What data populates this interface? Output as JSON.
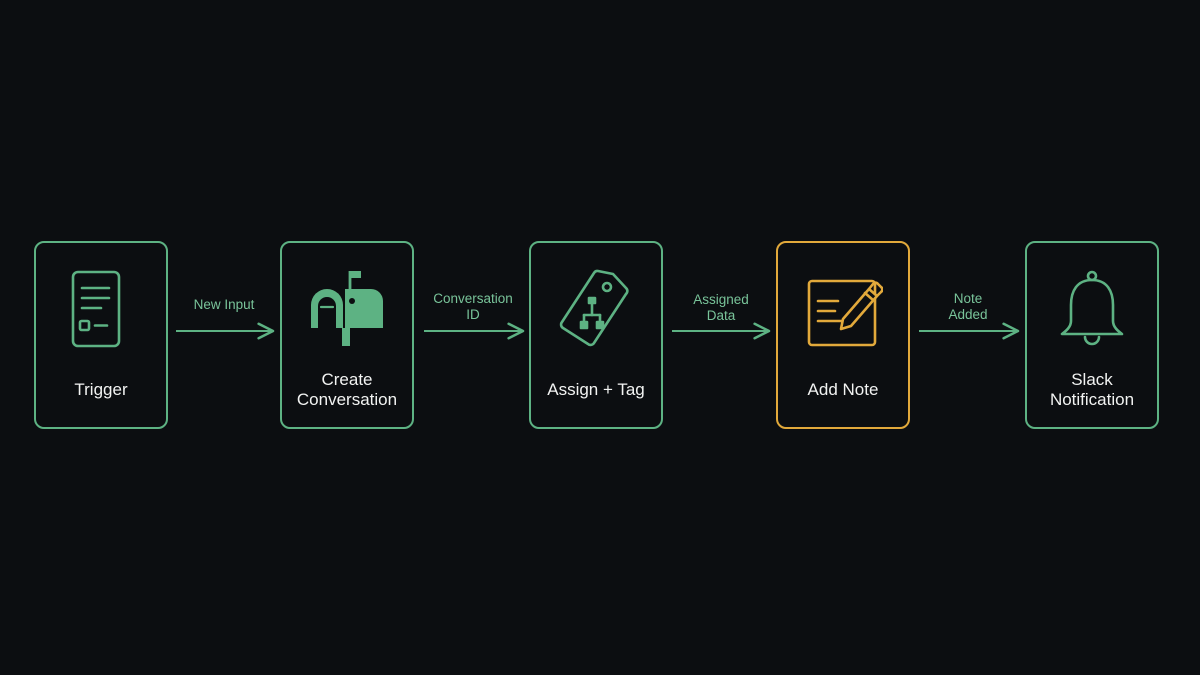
{
  "colors": {
    "background": "#0c0e11",
    "node_border": "#5db283",
    "highlight_border": "#e2a93b",
    "edge": "#5db283",
    "edge_label": "#79c49a",
    "node_label": "#f2f3f2"
  },
  "nodes": [
    {
      "id": "trigger",
      "label": "Trigger",
      "icon": "document-list-icon",
      "highlight": false
    },
    {
      "id": "create-conversation",
      "label": "Create\nConversation",
      "icon": "mailbox-icon",
      "highlight": false
    },
    {
      "id": "assign-tag",
      "label": "Assign + Tag",
      "icon": "tag-hierarchy-icon",
      "highlight": false
    },
    {
      "id": "add-note",
      "label": "Add Note",
      "icon": "note-pencil-icon",
      "highlight": true
    },
    {
      "id": "slack-notification",
      "label": "Slack\nNotification",
      "icon": "bell-icon",
      "highlight": false
    }
  ],
  "edges": [
    {
      "from": "trigger",
      "to": "create-conversation",
      "label": "New Input"
    },
    {
      "from": "create-conversation",
      "to": "assign-tag",
      "label": "Conversation\nID"
    },
    {
      "from": "assign-tag",
      "to": "add-note",
      "label": "Assigned\nData"
    },
    {
      "from": "add-note",
      "to": "slack-notification",
      "label": "Note\nAdded"
    }
  ]
}
